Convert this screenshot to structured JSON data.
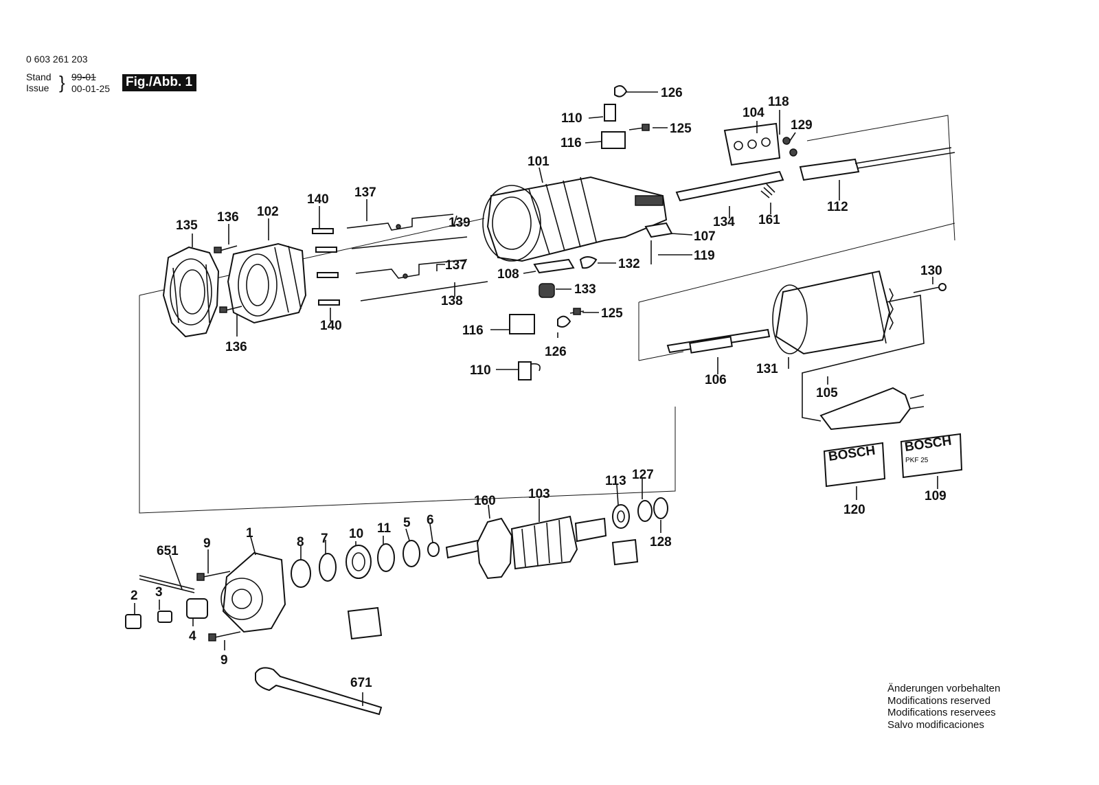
{
  "header": {
    "part_number": "0 603 261 203",
    "stand_label": "Stand",
    "issue_label": "Issue",
    "old_date": "99-01",
    "new_date": "00-01-25",
    "figure_label": "Fig./Abb. 1"
  },
  "labels": [
    {
      "id": "126a",
      "text": "126"
    },
    {
      "id": "110a",
      "text": "110"
    },
    {
      "id": "125a",
      "text": "125"
    },
    {
      "id": "116a",
      "text": "116"
    },
    {
      "id": "104",
      "text": "104"
    },
    {
      "id": "118",
      "text": "118"
    },
    {
      "id": "129",
      "text": "129"
    },
    {
      "id": "101",
      "text": "101"
    },
    {
      "id": "137a",
      "text": "137"
    },
    {
      "id": "140a",
      "text": "140"
    },
    {
      "id": "102",
      "text": "102"
    },
    {
      "id": "136a",
      "text": "136"
    },
    {
      "id": "135",
      "text": "135"
    },
    {
      "id": "139",
      "text": "139"
    },
    {
      "id": "137b",
      "text": "137"
    },
    {
      "id": "138",
      "text": "138"
    },
    {
      "id": "140b",
      "text": "140"
    },
    {
      "id": "136b",
      "text": "136"
    },
    {
      "id": "134",
      "text": "134"
    },
    {
      "id": "161",
      "text": "161"
    },
    {
      "id": "112",
      "text": "112"
    },
    {
      "id": "107",
      "text": "107"
    },
    {
      "id": "119",
      "text": "119"
    },
    {
      "id": "132",
      "text": "132"
    },
    {
      "id": "108",
      "text": "108"
    },
    {
      "id": "133",
      "text": "133"
    },
    {
      "id": "125b",
      "text": "125"
    },
    {
      "id": "116b",
      "text": "116"
    },
    {
      "id": "126b",
      "text": "126"
    },
    {
      "id": "110b",
      "text": "110"
    },
    {
      "id": "130",
      "text": "130"
    },
    {
      "id": "131",
      "text": "131"
    },
    {
      "id": "106",
      "text": "106"
    },
    {
      "id": "105",
      "text": "105"
    },
    {
      "id": "120",
      "text": "120"
    },
    {
      "id": "109",
      "text": "109"
    },
    {
      "id": "651",
      "text": "651"
    },
    {
      "id": "9a",
      "text": "9"
    },
    {
      "id": "1",
      "text": "1"
    },
    {
      "id": "8",
      "text": "8"
    },
    {
      "id": "7",
      "text": "7"
    },
    {
      "id": "10",
      "text": "10"
    },
    {
      "id": "11",
      "text": "11"
    },
    {
      "id": "5",
      "text": "5"
    },
    {
      "id": "6",
      "text": "6"
    },
    {
      "id": "160",
      "text": "160"
    },
    {
      "id": "103",
      "text": "103"
    },
    {
      "id": "113",
      "text": "113"
    },
    {
      "id": "127",
      "text": "127"
    },
    {
      "id": "128",
      "text": "128"
    },
    {
      "id": "2",
      "text": "2"
    },
    {
      "id": "3",
      "text": "3"
    },
    {
      "id": "4",
      "text": "4"
    },
    {
      "id": "9b",
      "text": "9"
    },
    {
      "id": "671",
      "text": "671"
    }
  ],
  "plates": {
    "bosch_left": "BOSCH",
    "bosch_right": "BOSCH",
    "model": "PKF 25"
  },
  "notes": [
    "Änderungen vorbehalten",
    "Modifications reserved",
    "Modifications reservees",
    "Salvo modificaciones"
  ]
}
